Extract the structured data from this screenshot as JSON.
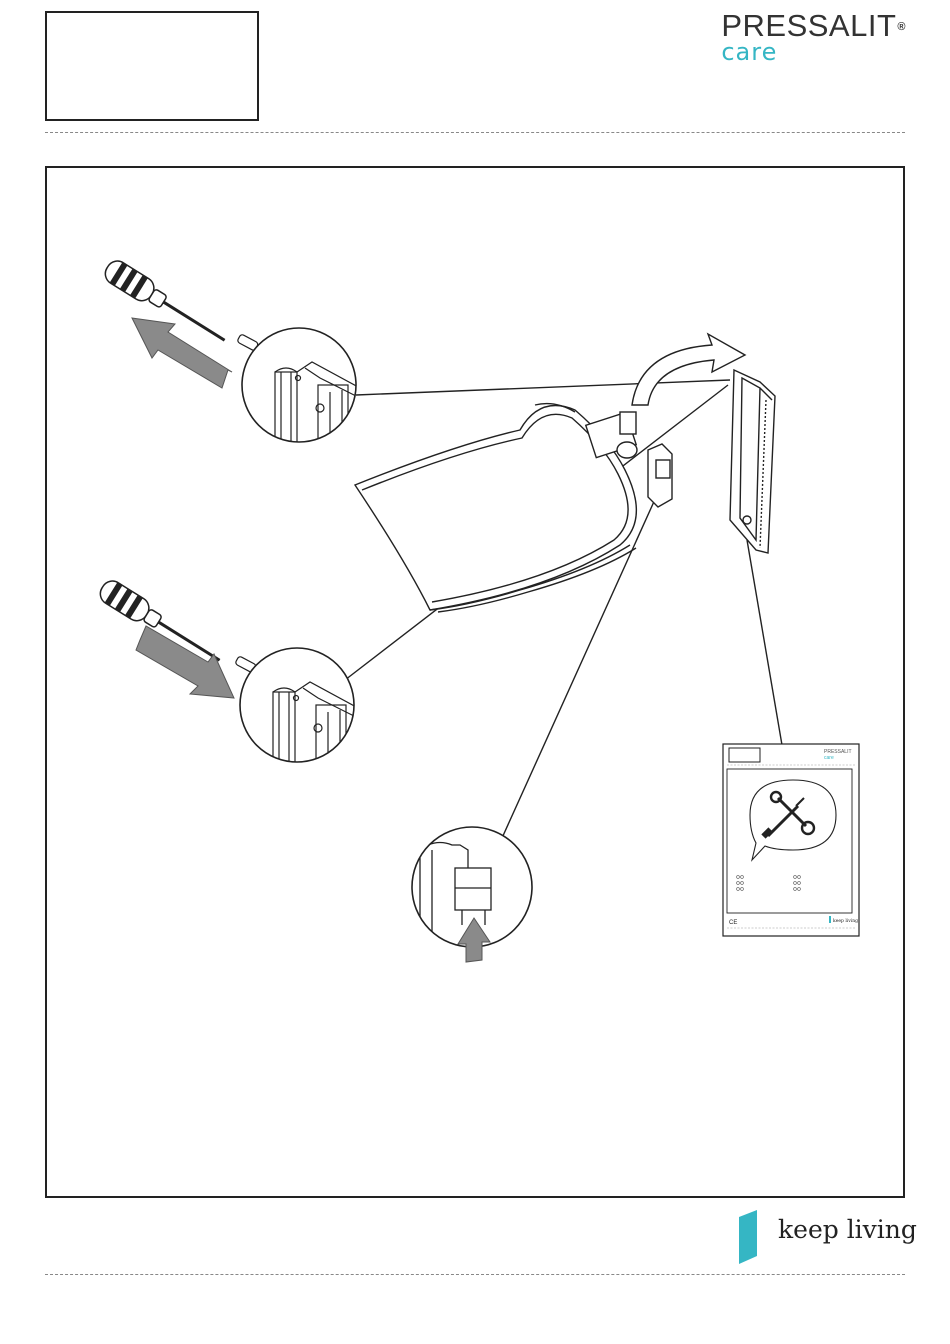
{
  "header": {
    "brand": "PRESSALIT",
    "brand_mark": "®",
    "sub_brand": "care"
  },
  "illustration": {
    "icons": [
      "screwdriver-icon",
      "arrow-left-up-icon",
      "arrow-right-down-icon",
      "arrow-up-icon",
      "curved-arrow-icon",
      "wrench-screwdriver-icon"
    ],
    "mini_manual": {
      "brand": "PRESSALIT",
      "sub_brand": "care",
      "ce_mark": "CE",
      "footer": "keep living"
    }
  },
  "footer": {
    "tagline": "keep living",
    "accent_color": "#35b6c4"
  },
  "colors": {
    "line": "#222222",
    "arrow_fill": "#8a8a8a",
    "brand_teal": "#35b6c4"
  }
}
